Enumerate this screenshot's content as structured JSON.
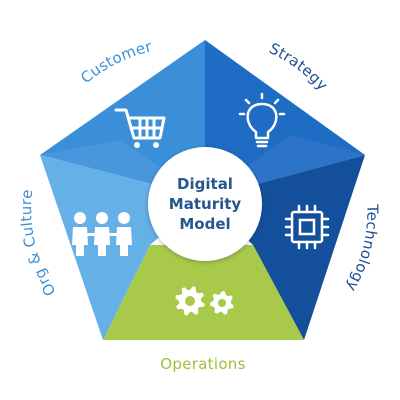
{
  "diagram": {
    "center": {
      "line1": "Digital",
      "line2": "Maturity",
      "line3": "Model"
    },
    "segments": {
      "customer": {
        "label": "Customer",
        "color": "#3b8fd9",
        "icon": "shopping-cart-icon"
      },
      "strategy": {
        "label": "Strategy",
        "color": "#1f6cc4",
        "icon": "lightbulb-icon"
      },
      "technology": {
        "label": "Technology",
        "color": "#144f9c",
        "icon": "microchip-icon"
      },
      "operations": {
        "label": "Operations",
        "color": "#a9c94a",
        "icon": "gears-icon"
      },
      "org_culture": {
        "label": "Org & Culture",
        "color": "#66b0e8",
        "icon": "people-icon"
      }
    },
    "colors": {
      "label_blue": "#3d90d8",
      "label_green": "#9cbf3c",
      "label_dark": "#1d4f94",
      "center_text": "#25578f",
      "center_fill": "#ffffff"
    }
  }
}
